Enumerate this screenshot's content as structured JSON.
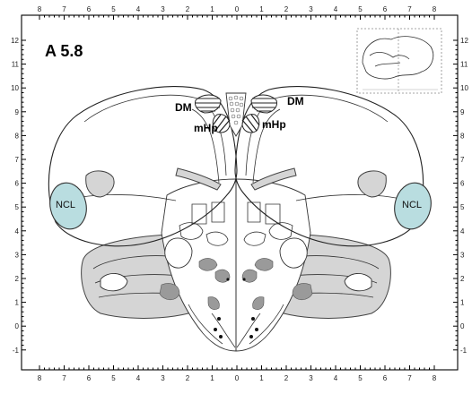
{
  "atlas": {
    "section_label": "A 5.8",
    "regions": {
      "dm_left": "DM",
      "dm_right": "DM",
      "mhp_left": "mHp",
      "mhp_right": "mHp",
      "ncl_left": "NCL",
      "ncl_right": "NCL"
    },
    "x_ticks": [
      "8",
      "7",
      "6",
      "5",
      "4",
      "3",
      "2",
      "1",
      "0",
      "1",
      "2",
      "3",
      "4",
      "5",
      "6",
      "7",
      "8"
    ],
    "y_ticks": [
      "12",
      "11",
      "10",
      "9",
      "8",
      "7",
      "6",
      "5",
      "4",
      "3",
      "2",
      "1",
      "0",
      "-1"
    ],
    "colors": {
      "ncl_fill": "#b9dde0",
      "gray_tissue": "#d5d5d5",
      "dark_tissue": "#9a9a9a"
    }
  }
}
